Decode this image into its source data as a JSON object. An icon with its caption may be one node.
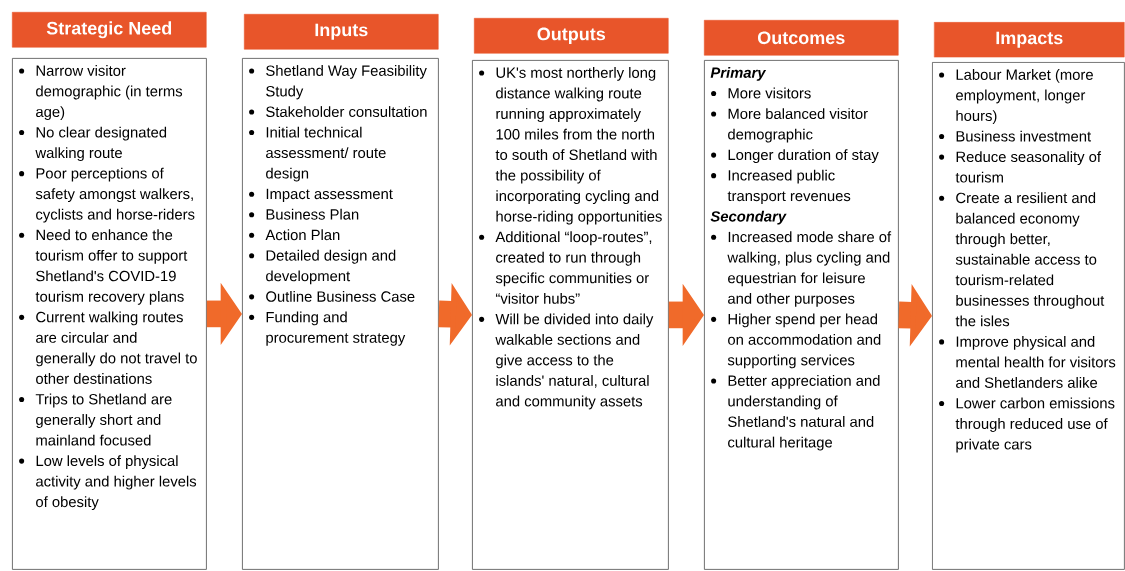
{
  "diagram": {
    "nodes": [
      {
        "text": [
          "Strategic Need"
        ]
      },
      {
        "text": [
          "Narrow visitor demographic (in terms age)",
          "No clear designated walking route",
          "Poor perceptions of safety amongst walkers, cyclists and horse-riders",
          "Need to enhance the tourism offer to support Shetland's COVID-19 tourism recovery plans",
          "Current walking routes are circular and generally do not travel to other destinations",
          "Trips to Shetland are generally short and mainland focused",
          "Low levels of physical activity and higher levels of obesity"
        ]
      },
      {
        "text": [
          "Inputs"
        ]
      },
      {
        "text": [
          "Shetland Way Feasibility Study",
          "Stakeholder consultation",
          "Initial technical assessment/ route design",
          "Impact assessment",
          "Business Plan",
          "Action Plan",
          "Detailed design and development",
          "Outline Business Case",
          "Funding and procurement strategy"
        ]
      },
      {
        "text": [
          "Outputs"
        ]
      },
      {
        "text": [
          "UK's most northerly long distance walking route running approximately 100 miles from the north to south of Shetland with the possibility of incorporating cycling and horse-riding opportunities",
          "Additional “loop-routes”, created to run through specific communities or “visitor hubs”",
          "Will be divided into daily walkable sections and give access to the islands' natural, cultural and community assets"
        ]
      },
      {
        "text": [
          "Outcomes"
        ]
      },
      {
        "text": [
          "Primary",
          "More visitors",
          "More balanced visitor demographic",
          "Longer duration of stay",
          "Increased public transport revenues",
          "Secondary",
          "Increased mode share of walking, plus cycling and equestrian for leisure and other purposes",
          "Higher spend per head on accommodation and supporting services",
          "Better appreciation and understanding of Shetland's natural and cultural heritage"
        ]
      },
      {
        "text": [
          "Impacts"
        ]
      },
      {
        "text": [
          "Labour Market (more employment, longer hours)",
          "Business investment",
          "Reduce seasonality of tourism",
          "Create a resilient and balanced economy through better, sustainable access to tourism-related businesses throughout the isles",
          "Improve physical and mental health for visitors and Shetlanders alike",
          "Lower carbon emissions through reduced use of private cars"
        ]
      }
    ],
    "edges": [
      {
        "from": 1,
        "to": 3,
        "arrow": "to"
      },
      {
        "from": 3,
        "to": 5,
        "arrow": "to"
      },
      {
        "from": 5,
        "to": 7,
        "arrow": "to"
      },
      {
        "from": 7,
        "to": 9,
        "arrow": "to"
      }
    ]
  }
}
